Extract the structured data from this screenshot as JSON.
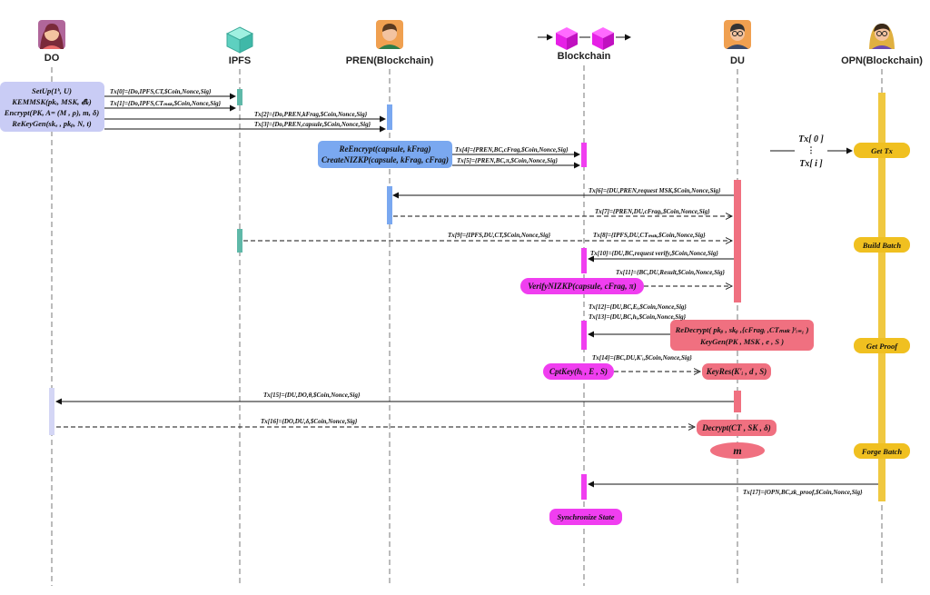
{
  "actors": [
    {
      "id": "do",
      "label": "DO",
      "icon": "woman-avatar-icon"
    },
    {
      "id": "ipfs",
      "label": "IPFS",
      "icon": "cube-icon"
    },
    {
      "id": "pren",
      "label": "PREN(Blockchain)",
      "icon": "man-avatar-icon"
    },
    {
      "id": "bc",
      "label": "Blockchain",
      "icon": "blockchain-cubes-icon"
    },
    {
      "id": "du",
      "label": "DU",
      "icon": "man-glasses-avatar-icon"
    },
    {
      "id": "opn",
      "label": "OPN(Blockchain)",
      "icon": "woman-glasses-avatar-icon"
    }
  ],
  "boxes": {
    "do_setup": [
      "SetUp(1ᵏ, U)",
      "KEMMSK(pkᵢ, MSK, 𝓔ₖ)",
      "Encrypt(PK, A= (M , ρ), m, δ)",
      "ReKeyGen(skₐ , pkᵦ, N, t)"
    ],
    "pren_reenc": [
      "ReEncrypt(capsule, kFrag)",
      "CreateNIZKP(capsule, kFrag, cFrag)"
    ],
    "verify": "VerifyNIZKP(capsule, cFrag, π)",
    "redecrypt": [
      "ReDecrypt( pkᵦ , skᵦ ,{cFragᵢ ,CTₘₛₖ }ᵗᵢ₌₁ )",
      "KeyGen(PK , MSK , e , S )"
    ],
    "cptkey": "CptKey(hᵢ , E , S)",
    "keyres": "KeyRes(K'ᵢ , d , S)",
    "decrypt": "Decrypt(CT , SK , δ)",
    "m": "m",
    "sync": "Synchronize State"
  },
  "opn_steps": [
    "Get Tx",
    "Build Batch",
    "Get Proof",
    "Forge Batch"
  ],
  "tx_input": {
    "top": "Tx[ 0 ]",
    "dots": "⋮",
    "bottom": "Tx[ i ]"
  },
  "messages": [
    "Tx[0]={Do,IPFS,CT,$Coin,Nonce,Sig}",
    "Tx[1]={Do,IPFS,CTₘₛₖ,$Coin,Nonce,Sig}",
    "Tx[2]={Do,PREN,kFrag,$Coin,Nonce,Sig}",
    "Tx[3]={Do,PREN,capsule,$Coin,Nonce,Sig}",
    "Tx[4]={PREN,BC,cFrag,$Coin,Nonce,Sig}",
    "Tx[5]={PREN,BC,π,$Coin,Nonce,Sig}",
    "Tx[6]={DU,PREN,request MSK,$Coin,Nonce,Sig}",
    "Tx[7]={PREN,DU,cFragᵢ,$Coin,Nonce,Sig}",
    "Tx[8]={IPFS,DU,CTₘₛₖ,$Coin,Nonce,Sig}",
    "Tx[9]={IPFS,DU,CT,$Coin,Nonce,Sig}",
    "Tx[10]={DU,BC,request verify,$Coin,Nonce,Sig}",
    "Tx[11]={BC,DU,Result,$Coin,Nonce,Sig}",
    "Tx[12]={DU,BC,Eᵢ,$Coin,Nonce,Sig}",
    "Tx[13]={DU,BC,hᵢ,$Coin,Nonce,Sig}",
    "Tx[14]={BC,DU,K'ᵢ,$Coin,Nonce,Sig}",
    "Tx[15]={DU,DO,θ,$Coin,Nonce,Sig}",
    "Tx[16]={DO,DU,δ,$Coin,Nonce,Sig}",
    "Tx[17]={OPN,BC,zk_proof,$Coin,Nonce,Sig}"
  ],
  "colors": {
    "do_box": "#c9ccf5",
    "ipfs_bar": "#5fb8a8",
    "pren_box": "#7aa8f0",
    "bc_magenta": "#f03ef0",
    "du_pink": "#f07080",
    "opn_gold": "#f0c020"
  }
}
